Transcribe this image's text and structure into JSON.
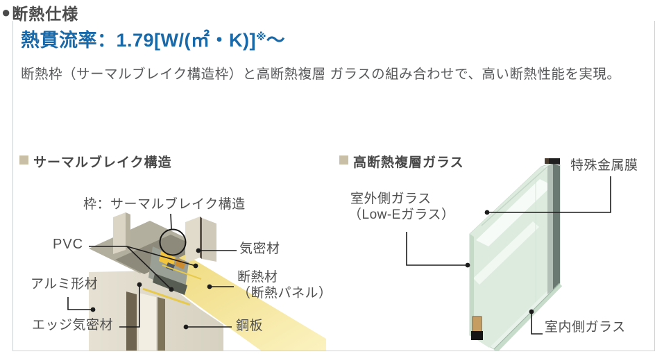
{
  "page": {
    "title_bullet": "●",
    "title": "断熱仕様"
  },
  "spec": {
    "heading_main": "熱貫流率：1.79[W/(㎡・K)]",
    "heading_note_mark": "※",
    "heading_tilde": "〜",
    "description_line1": "断熱枠（サーマルブレイク構造枠）と高断熱複層",
    "description_line2": "ガラスの組み合わせで、高い断熱性能を実現。"
  },
  "sections": {
    "thermal_break": {
      "title": "サーマルブレイク構造",
      "labels": {
        "frame": "枠：サーマルブレイク構造",
        "pvc": "PVC",
        "aluminum": "アルミ形材",
        "edge_seal": "エッジ気密材",
        "airtight": "気密材",
        "insulation_line1": "断熱材",
        "insulation_line2": "（断熱パネル）",
        "steel_plate": "鋼板"
      }
    },
    "glass": {
      "title": "高断熱複層ガラス",
      "labels": {
        "metal_film": "特殊金属膜",
        "outdoor_line1": "室外側ガラス",
        "outdoor_line2": "（Low-Eガラス）",
        "indoor": "室内側ガラス"
      }
    }
  },
  "colors": {
    "accent_blue": "#1769aa",
    "title_gray": "#4b4b4b",
    "body_gray": "#58595b",
    "bullet_beige": "#c9bfa6",
    "insulation_yellow": "#f3dd80",
    "frame_cream": "#e3decf",
    "glass_green": "#dcebde",
    "frame_border": "#c9cfd3"
  }
}
